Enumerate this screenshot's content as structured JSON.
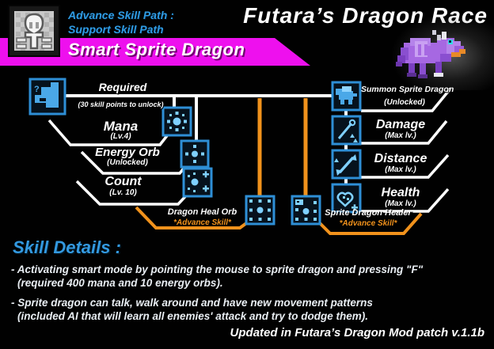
{
  "header": {
    "path_line1": "Advance Skill Path  :",
    "path_line2": "Support Skill Path",
    "title": "Futara’s Dragon Race",
    "banner": "Smart Sprite Dragon"
  },
  "colors": {
    "accent_blue": "#2f9ce4",
    "banner_magenta": "#ee10ee",
    "advance_orange": "#f1921c",
    "icon_border_blue": "#2e8fd6",
    "icon_glyph_blue": "#7fd0ff"
  },
  "skill_tree": {
    "required": {
      "label": "Required",
      "sub": "(30 skill points to unlock)"
    },
    "left": [
      {
        "label": "Mana",
        "sub": "(Lv.4)"
      },
      {
        "label": "Energy Orb",
        "sub": "(Unlocked)"
      },
      {
        "label": "Count",
        "sub": "(Lv. 10)"
      }
    ],
    "right": [
      {
        "label": "Summon Sprite Dragon",
        "sub": "(Unlocked)"
      },
      {
        "label": "Damage",
        "sub": "(Max lv.)"
      },
      {
        "label": "Distance",
        "sub": "(Max lv.)"
      },
      {
        "label": "Health",
        "sub": "(Max lv.)"
      }
    ],
    "advance_left": {
      "label": "Dragon Heal Orb",
      "sub": "*Advance Skill*"
    },
    "advance_right": {
      "label": "Sprite Dragon Healer",
      "sub": "*Advance Skill*"
    }
  },
  "details": {
    "heading": "Skill Details :",
    "items": [
      {
        "line1": "- Activating smart mode by pointing the mouse to sprite dragon and pressing \"F\"",
        "line2": "(required 400 mana and 10 energy orbs)."
      },
      {
        "line1": "- Sprite dragon can talk, walk around and have new movement patterns",
        "line2": "(included AI that will learn all enemies' attack and try to dodge them)."
      }
    ]
  },
  "footer": {
    "updated": "Updated in Futara’s Dragon Mod patch v.1.1b"
  }
}
